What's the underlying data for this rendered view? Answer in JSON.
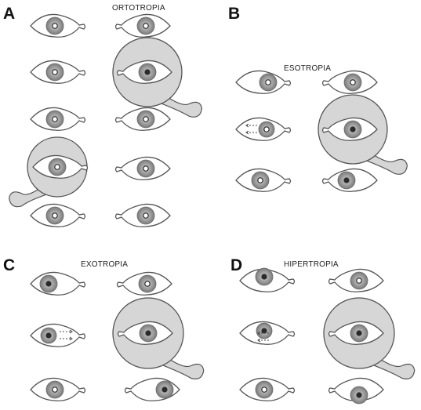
{
  "panels": [
    {
      "letter": "A",
      "title": "ORTOTROPIA"
    },
    {
      "letter": "B",
      "title": "ESOTROPIA"
    },
    {
      "letter": "C",
      "title": "EXOTROPIA"
    },
    {
      "letter": "D",
      "title": "HIPERTROPIA"
    }
  ],
  "icon": "eye-icon",
  "colors": {
    "outline": "#555555",
    "iris": "#9a9a9a",
    "pupil": "#2a2a2a",
    "cover_disc": "#d6d6d6",
    "sclera": "#ffffff"
  }
}
